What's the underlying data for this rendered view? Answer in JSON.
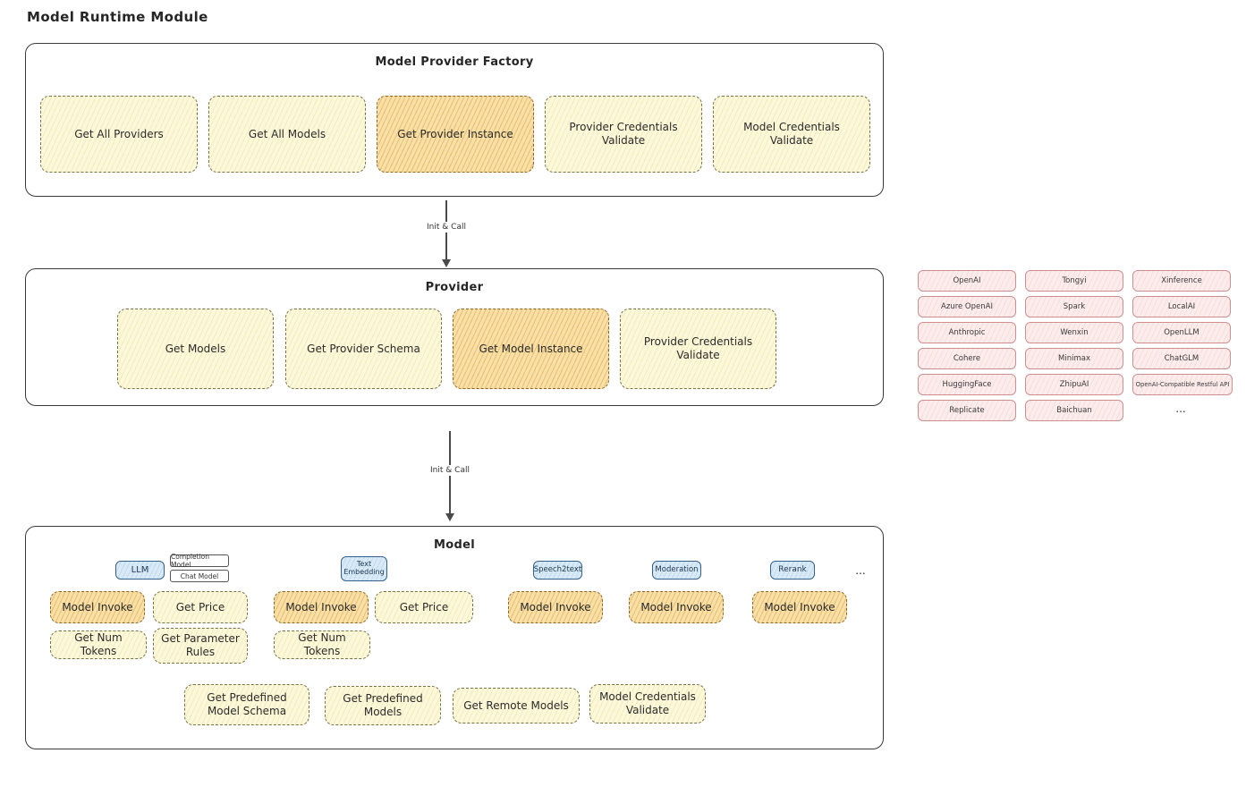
{
  "page_title": "Model Runtime Module",
  "palette": {
    "yellow_fill": "#fcf8da",
    "orange_fill": "#f8e0a8",
    "pink_fill": "#fdecec",
    "blue_fill": "#d8eaf8",
    "outline": "#3a3a3a"
  },
  "factory": {
    "title": "Model Provider Factory",
    "items": [
      {
        "label": "Get All Providers"
      },
      {
        "label": "Get All Models"
      },
      {
        "label": "Get Provider Instance"
      },
      {
        "label": "Provider Credentials Validate"
      },
      {
        "label": "Model Credentials Validate"
      }
    ]
  },
  "arrow1": {
    "label": "Init & Call"
  },
  "provider": {
    "title": "Provider",
    "items": [
      {
        "label": "Get Models"
      },
      {
        "label": "Get Provider Schema"
      },
      {
        "label": "Get Model Instance"
      },
      {
        "label": "Provider Credentials Validate"
      }
    ]
  },
  "arrow2": {
    "label": "Init & Call"
  },
  "vendors": {
    "col1": [
      "OpenAI",
      "Azure OpenAI",
      "Anthropic",
      "Cohere",
      "HuggingFace",
      "Replicate"
    ],
    "col2": [
      "Tongyi",
      "Spark",
      "Wenxin",
      "Minimax",
      "ZhipuAI",
      "Baichuan"
    ],
    "col3": [
      "Xinference",
      "LocalAI",
      "OpenLLM",
      "ChatGLM",
      "OpenAI-Compatible Restful API"
    ],
    "more": "..."
  },
  "model": {
    "title": "Model",
    "tags": {
      "llm": "LLM",
      "completion_model": "Completion Model",
      "chat_model": "Chat Model",
      "text_embedding": "Text Embedding",
      "speech2text": "Speech2text",
      "moderation": "Moderation",
      "rerank": "Rerank",
      "more": "..."
    },
    "llm_ops": {
      "model_invoke": "Model Invoke",
      "get_price": "Get Price",
      "get_num_tokens": "Get Num Tokens",
      "get_parameter_rules": "Get Parameter Rules"
    },
    "embedding_ops": {
      "model_invoke": "Model Invoke",
      "get_price": "Get Price",
      "get_num_tokens": "Get Num Tokens"
    },
    "speech2text_ops": {
      "model_invoke": "Model Invoke"
    },
    "moderation_ops": {
      "model_invoke": "Model Invoke"
    },
    "rerank_ops": {
      "model_invoke": "Model Invoke"
    },
    "common_ops": [
      "Get Predefined Model Schema",
      "Get Predefined Models",
      "Get Remote Models",
      "Model Credentials Validate"
    ]
  }
}
